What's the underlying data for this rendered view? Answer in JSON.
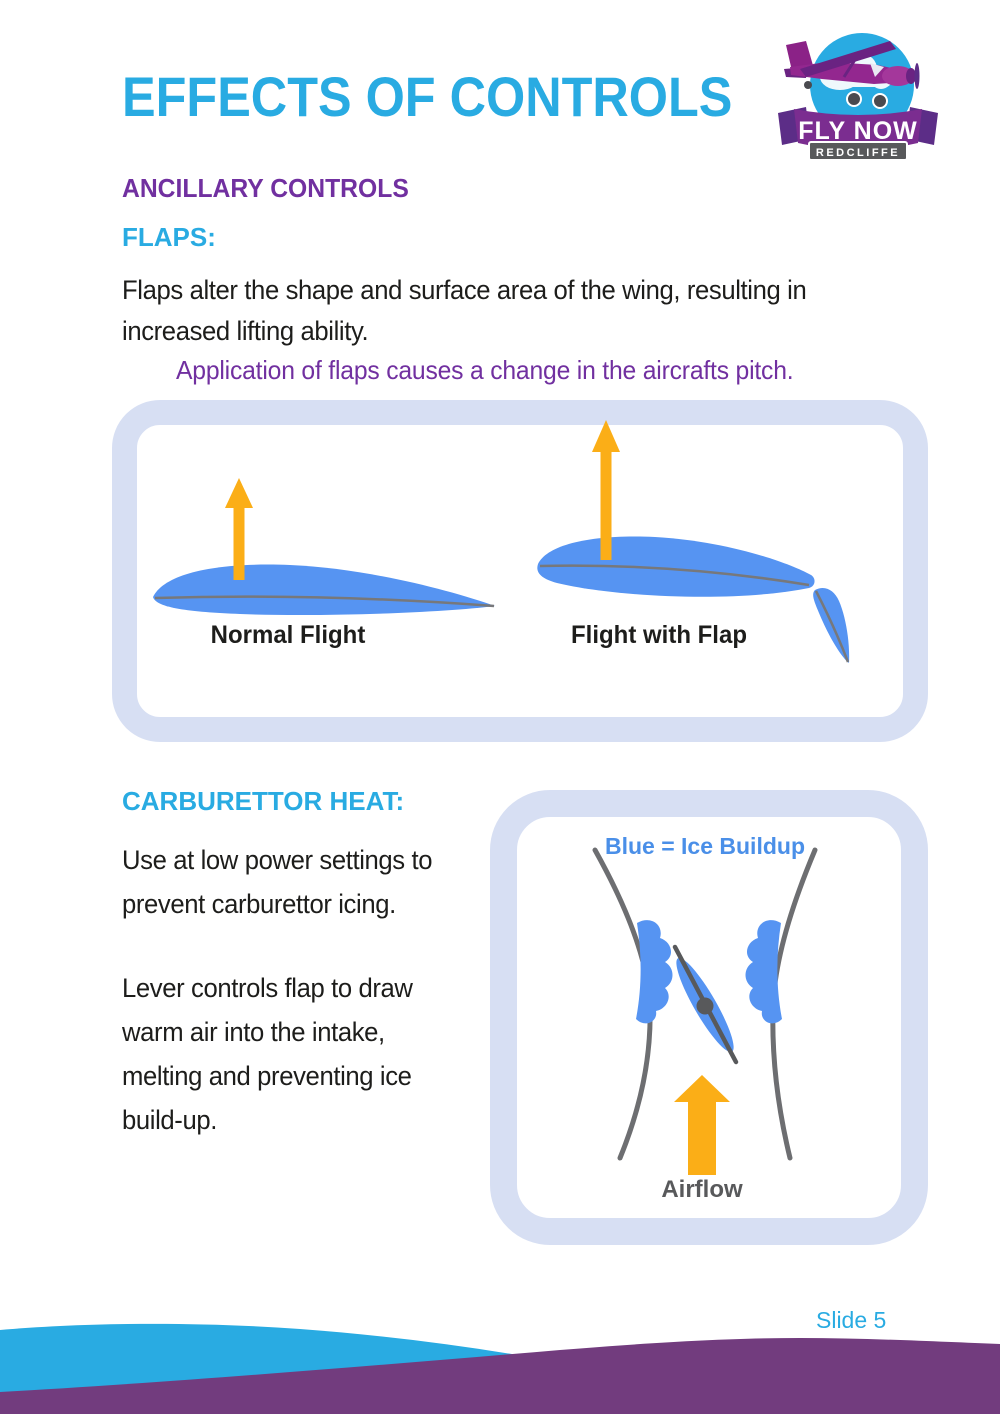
{
  "header": {
    "title": "EFFECTS OF CONTROLS"
  },
  "logo": {
    "brand": "FLY NOW",
    "location": "REDCLIFFE"
  },
  "ancillary": {
    "heading": "ANCILLARY CONTROLS"
  },
  "flaps": {
    "heading": "FLAPS:",
    "body": "Flaps alter the shape and surface area of the wing, resulting in\nincreased lifting ability.",
    "note": "Application of flaps causes a change in the aircrafts pitch.",
    "label_normal": "Normal Flight",
    "label_flap": "Flight with Flap"
  },
  "carb_heat": {
    "heading": "CARBURETTOR HEAT:",
    "para1": "Use at low power settings to\nprevent carburettor icing.",
    "para2": "Lever controls flap to draw\nwarm air into the intake,\nmelting and preventing ice\nbuild-up.",
    "legend": "Blue = Ice Buildup",
    "airflow_label": "Airflow"
  },
  "footer": {
    "slide_number": "Slide 5"
  },
  "colors": {
    "accent_cyan": "#29ABE2",
    "heading_purple": "#7130A0",
    "body_text": "#1D1D1B",
    "airfoil_blue": "#5694F2",
    "arrow_yellow": "#FBAE17",
    "panel_border": "#D7DFF3",
    "diagram_gray": "#6D6E71",
    "legend_blue": "#4A8FE8",
    "footer_purple": "#723C7E",
    "footer_blue": "#29ABE2",
    "logo_banner_purple": "#7B2D90"
  }
}
